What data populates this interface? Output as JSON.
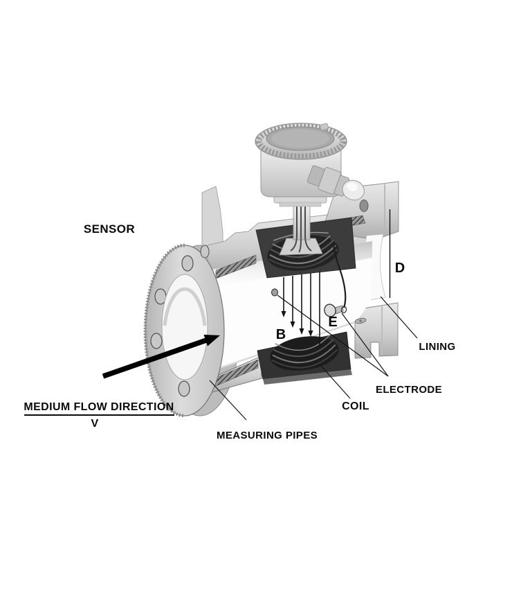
{
  "diagram": {
    "type": "technical-illustration",
    "subject": "electromagnetic-flow-meter-sensor-cutaway",
    "labels": {
      "sensor": "SENSOR",
      "medium_flow_direction": "MEDIUM FLOW DIRECTION",
      "velocity_symbol": "V",
      "measuring_pipes": "MEASURING PIPES",
      "coil": "COIL",
      "electrode": "ELECTRODE",
      "lining": "LINING",
      "diameter_symbol": "D",
      "electrode_symbol": "E",
      "magnetic_field_symbol": "B"
    },
    "colors": {
      "background": "#ffffff",
      "label_text": "#0a0a0a",
      "leader_line": "#111111",
      "metal_light": "#ececec",
      "metal_mid": "#c3c3c3",
      "metal_dark": "#8d8d8d",
      "coil_dark": "#1d1d1d",
      "pole_plate": "#3a3a3a",
      "lining_white": "#fafafa",
      "flow_arrow": "#000000"
    }
  }
}
